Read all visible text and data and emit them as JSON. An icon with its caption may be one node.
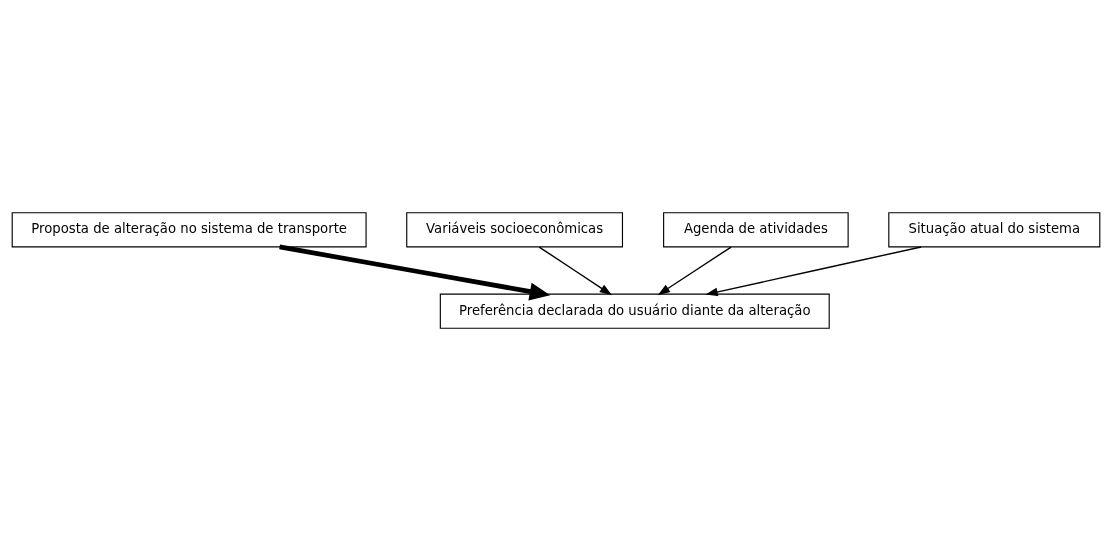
{
  "diagram": {
    "nodes": [
      {
        "text": [
          "Proposta de alteração no sistema de transporte"
        ]
      },
      {
        "text": [
          "Variáveis socioeconômicas"
        ]
      },
      {
        "text": [
          "Agenda de atividades"
        ]
      },
      {
        "text": [
          "Situação atual do sistema"
        ]
      },
      {
        "text": [
          "Preferência declarada do usuário diante da alteração"
        ]
      }
    ],
    "edges": [
      {
        "from": 0,
        "to": 4,
        "arrow": "to",
        "style": "thick"
      },
      {
        "from": 1,
        "to": 4,
        "arrow": "to"
      },
      {
        "from": 2,
        "to": 4,
        "arrow": "to"
      },
      {
        "from": 3,
        "to": 4,
        "arrow": "to"
      }
    ]
  }
}
